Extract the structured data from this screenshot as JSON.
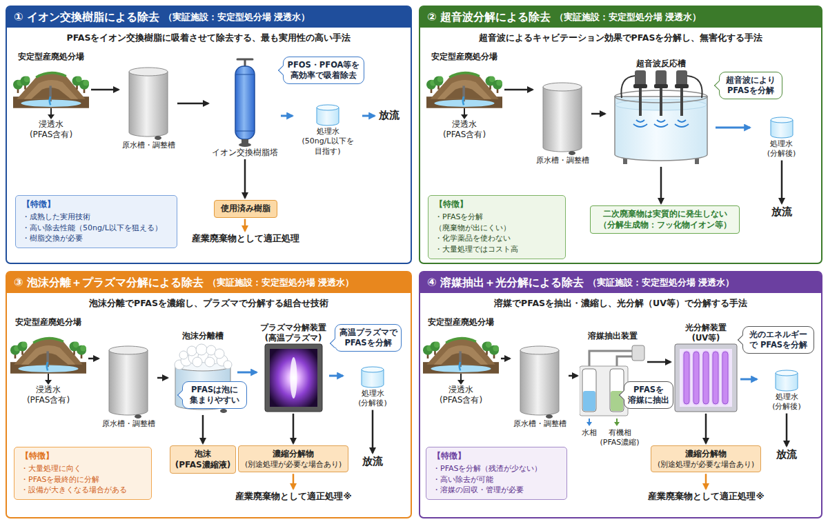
{
  "diagram": {
    "nodes": [
      {
        "text": [
          "① イオン交換樹脂による除去",
          "（実証施設：安定型処分場 浸透水）",
          "PFASをイオン交換樹脂に吸着させて除去する、最も実用性の高い手法"
        ]
      },
      {
        "text": [
          "安定型産廃処分場",
          "浸透水 (PFAS含有)"
        ],
        "in": 0
      },
      {
        "text": [
          "原水槽・調整槽"
        ],
        "in": 0
      },
      {
        "text": [
          "イオン交換樹脂塔"
        ],
        "in": 0
      },
      {
        "text": [
          "PFOS・PFOA等を 高効率で吸着除去"
        ],
        "in": 0
      },
      {
        "text": [
          "処理水 (50ng/L以下を 目指す)"
        ],
        "in": 0
      },
      {
        "text": [
          "放流"
        ],
        "in": 0
      },
      {
        "text": [
          "使用済み樹脂"
        ],
        "in": 0
      },
      {
        "text": [
          "産業廃棄物として適正処理"
        ],
        "in": 0
      },
      {
        "text": [
          "【特徴】",
          "・成熟した実用技術",
          "・高い除去性能（50ng/L以下を狙える）",
          "・樹脂交換が必要"
        ],
        "in": 0
      },
      {
        "text": [
          "② 超音波分解による除去",
          "（実証施設：安定型処分場 浸透水）",
          "超音波によるキャビテーション効果でPFASを分解し、無害化する手法"
        ]
      },
      {
        "text": [
          "安定型産廃処分場",
          "浸透水 (PFAS含有)"
        ],
        "in": 10
      },
      {
        "text": [
          "原水槽・調整槽"
        ],
        "in": 10
      },
      {
        "text": [
          "超音波反応槽"
        ],
        "in": 10
      },
      {
        "text": [
          "超音波により PFASを分解"
        ],
        "in": 10
      },
      {
        "text": [
          "処理水 (分解後)"
        ],
        "in": 10
      },
      {
        "text": [
          "放流"
        ],
        "in": 10
      },
      {
        "text": [
          "二次廃棄物は実質的に発生しない",
          "（分解生成物：フッ化物イオン等）"
        ],
        "in": 10
      },
      {
        "text": [
          "【特徴】",
          "・PFASを分解（廃棄物が出にくい）",
          "・化学薬品を使わない",
          "・大量処理ではコスト高"
        ],
        "in": 10
      },
      {
        "text": [
          "③ 泡沫分離＋プラズマ分解による除去",
          "（実証施設：安定型処分場 浸透水）",
          "泡沫分離でPFASを濃縮し、プラズマで分解する組合せ技術"
        ]
      },
      {
        "text": [
          "安定型産廃処分場",
          "浸透水 (PFAS含有)"
        ],
        "in": 19
      },
      {
        "text": [
          "原水槽・調整槽"
        ],
        "in": 19
      },
      {
        "text": [
          "泡沫分離槽"
        ],
        "in": 19
      },
      {
        "text": [
          "PFASは泡に 集まりやすい"
        ],
        "in": 19
      },
      {
        "text": [
          "プラズマ分解装置 (高温プラズマ)"
        ],
        "in": 19
      },
      {
        "text": [
          "高温プラズマで PFASを分解"
        ],
        "in": 19
      },
      {
        "text": [
          "処理水 (分解後)"
        ],
        "in": 19
      },
      {
        "text": [
          "放流"
        ],
        "in": 19
      },
      {
        "text": [
          "泡沫 (PFAS濃縮液)"
        ],
        "in": 19
      },
      {
        "text": [
          "濃縮分解物",
          "(別途処理が必要な場合あり)"
        ],
        "in": 19
      },
      {
        "text": [
          "産業廃棄物として適正処理※"
        ],
        "in": 19
      },
      {
        "text": [
          "【特徴】",
          "・大量処理に向く",
          "・PFASを最終的に分解",
          "・設備が大きくなる場合がある"
        ],
        "in": 19
      },
      {
        "text": [
          "④ 溶媒抽出＋光分解による除去",
          "（実証施設：安定型処分場 浸透水）",
          "溶媒でPFASを抽出・濃縮し、光分解（UV等）で分解する手法"
        ]
      },
      {
        "text": [
          "安定型産廃処分場",
          "浸透水 (PFAS含有)"
        ],
        "in": 32
      },
      {
        "text": [
          "原水槽・調整槽"
        ],
        "in": 32
      },
      {
        "text": [
          "溶媒抽出装置"
        ],
        "in": 32
      },
      {
        "text": [
          "PFASを 溶媒に抽出"
        ],
        "in": 32
      },
      {
        "text": [
          "光分解装置 (UV等)"
        ],
        "in": 32
      },
      {
        "text": [
          "光のエネルギーで PFASを分解"
        ],
        "in": 32
      },
      {
        "text": [
          "処理水 (分解後)"
        ],
        "in": 32
      },
      {
        "text": [
          "放流"
        ],
        "in": 32
      },
      {
        "text": [
          "濃縮分解物",
          "(別途処理が必要な場合あり)"
        ],
        "in": 32
      },
      {
        "text": [
          "産業廃棄物として適正処理※"
        ],
        "in": 32
      },
      {
        "text": [
          "【特徴】",
          "・PFASを分解（残渣が少ない）",
          "・高い除去が可能",
          "・溶媒の回収・管理が必要"
        ],
        "in": 32
      }
    ],
    "edges": [
      {
        "from": 1,
        "to": 2,
        "arrow": "to"
      },
      {
        "from": 2,
        "to": 3,
        "arrow": "to"
      },
      {
        "from": 3,
        "to": 5,
        "arrow": "to"
      },
      {
        "from": 5,
        "to": 6,
        "arrow": "to"
      },
      {
        "from": 3,
        "to": 7,
        "arrow": "to"
      },
      {
        "from": 7,
        "to": 8,
        "arrow": "to"
      },
      {
        "from": 11,
        "to": 12,
        "arrow": "to"
      },
      {
        "from": 12,
        "to": 13,
        "arrow": "to"
      },
      {
        "from": 13,
        "to": 15,
        "arrow": "to"
      },
      {
        "from": 15,
        "to": 16,
        "arrow": "to"
      },
      {
        "from": 13,
        "to": 17,
        "arrow": "to"
      },
      {
        "from": 20,
        "to": 21,
        "arrow": "to"
      },
      {
        "from": 21,
        "to": 22,
        "arrow": "to"
      },
      {
        "from": 22,
        "to": 24,
        "arrow": "to"
      },
      {
        "from": 24,
        "to": 26,
        "arrow": "to"
      },
      {
        "from": 26,
        "to": 27,
        "arrow": "to"
      },
      {
        "from": 22,
        "to": 28,
        "arrow": "to"
      },
      {
        "from": 24,
        "to": 29,
        "arrow": "to"
      },
      {
        "from": 29,
        "to": 30,
        "arrow": "to"
      },
      {
        "from": 33,
        "to": 34,
        "arrow": "to"
      },
      {
        "from": 34,
        "to": 35,
        "arrow": "to"
      },
      {
        "from": 35,
        "to": 37,
        "arrow": "to"
      },
      {
        "from": 37,
        "to": 39,
        "arrow": "to"
      },
      {
        "from": 39,
        "to": 40,
        "arrow": "to"
      },
      {
        "from": 37,
        "to": 41,
        "arrow": "to"
      },
      {
        "from": 41,
        "to": 42,
        "arrow": "to"
      }
    ],
    "labels": [
      "水相",
      "有機相 (PFAS濃縮)"
    ]
  }
}
